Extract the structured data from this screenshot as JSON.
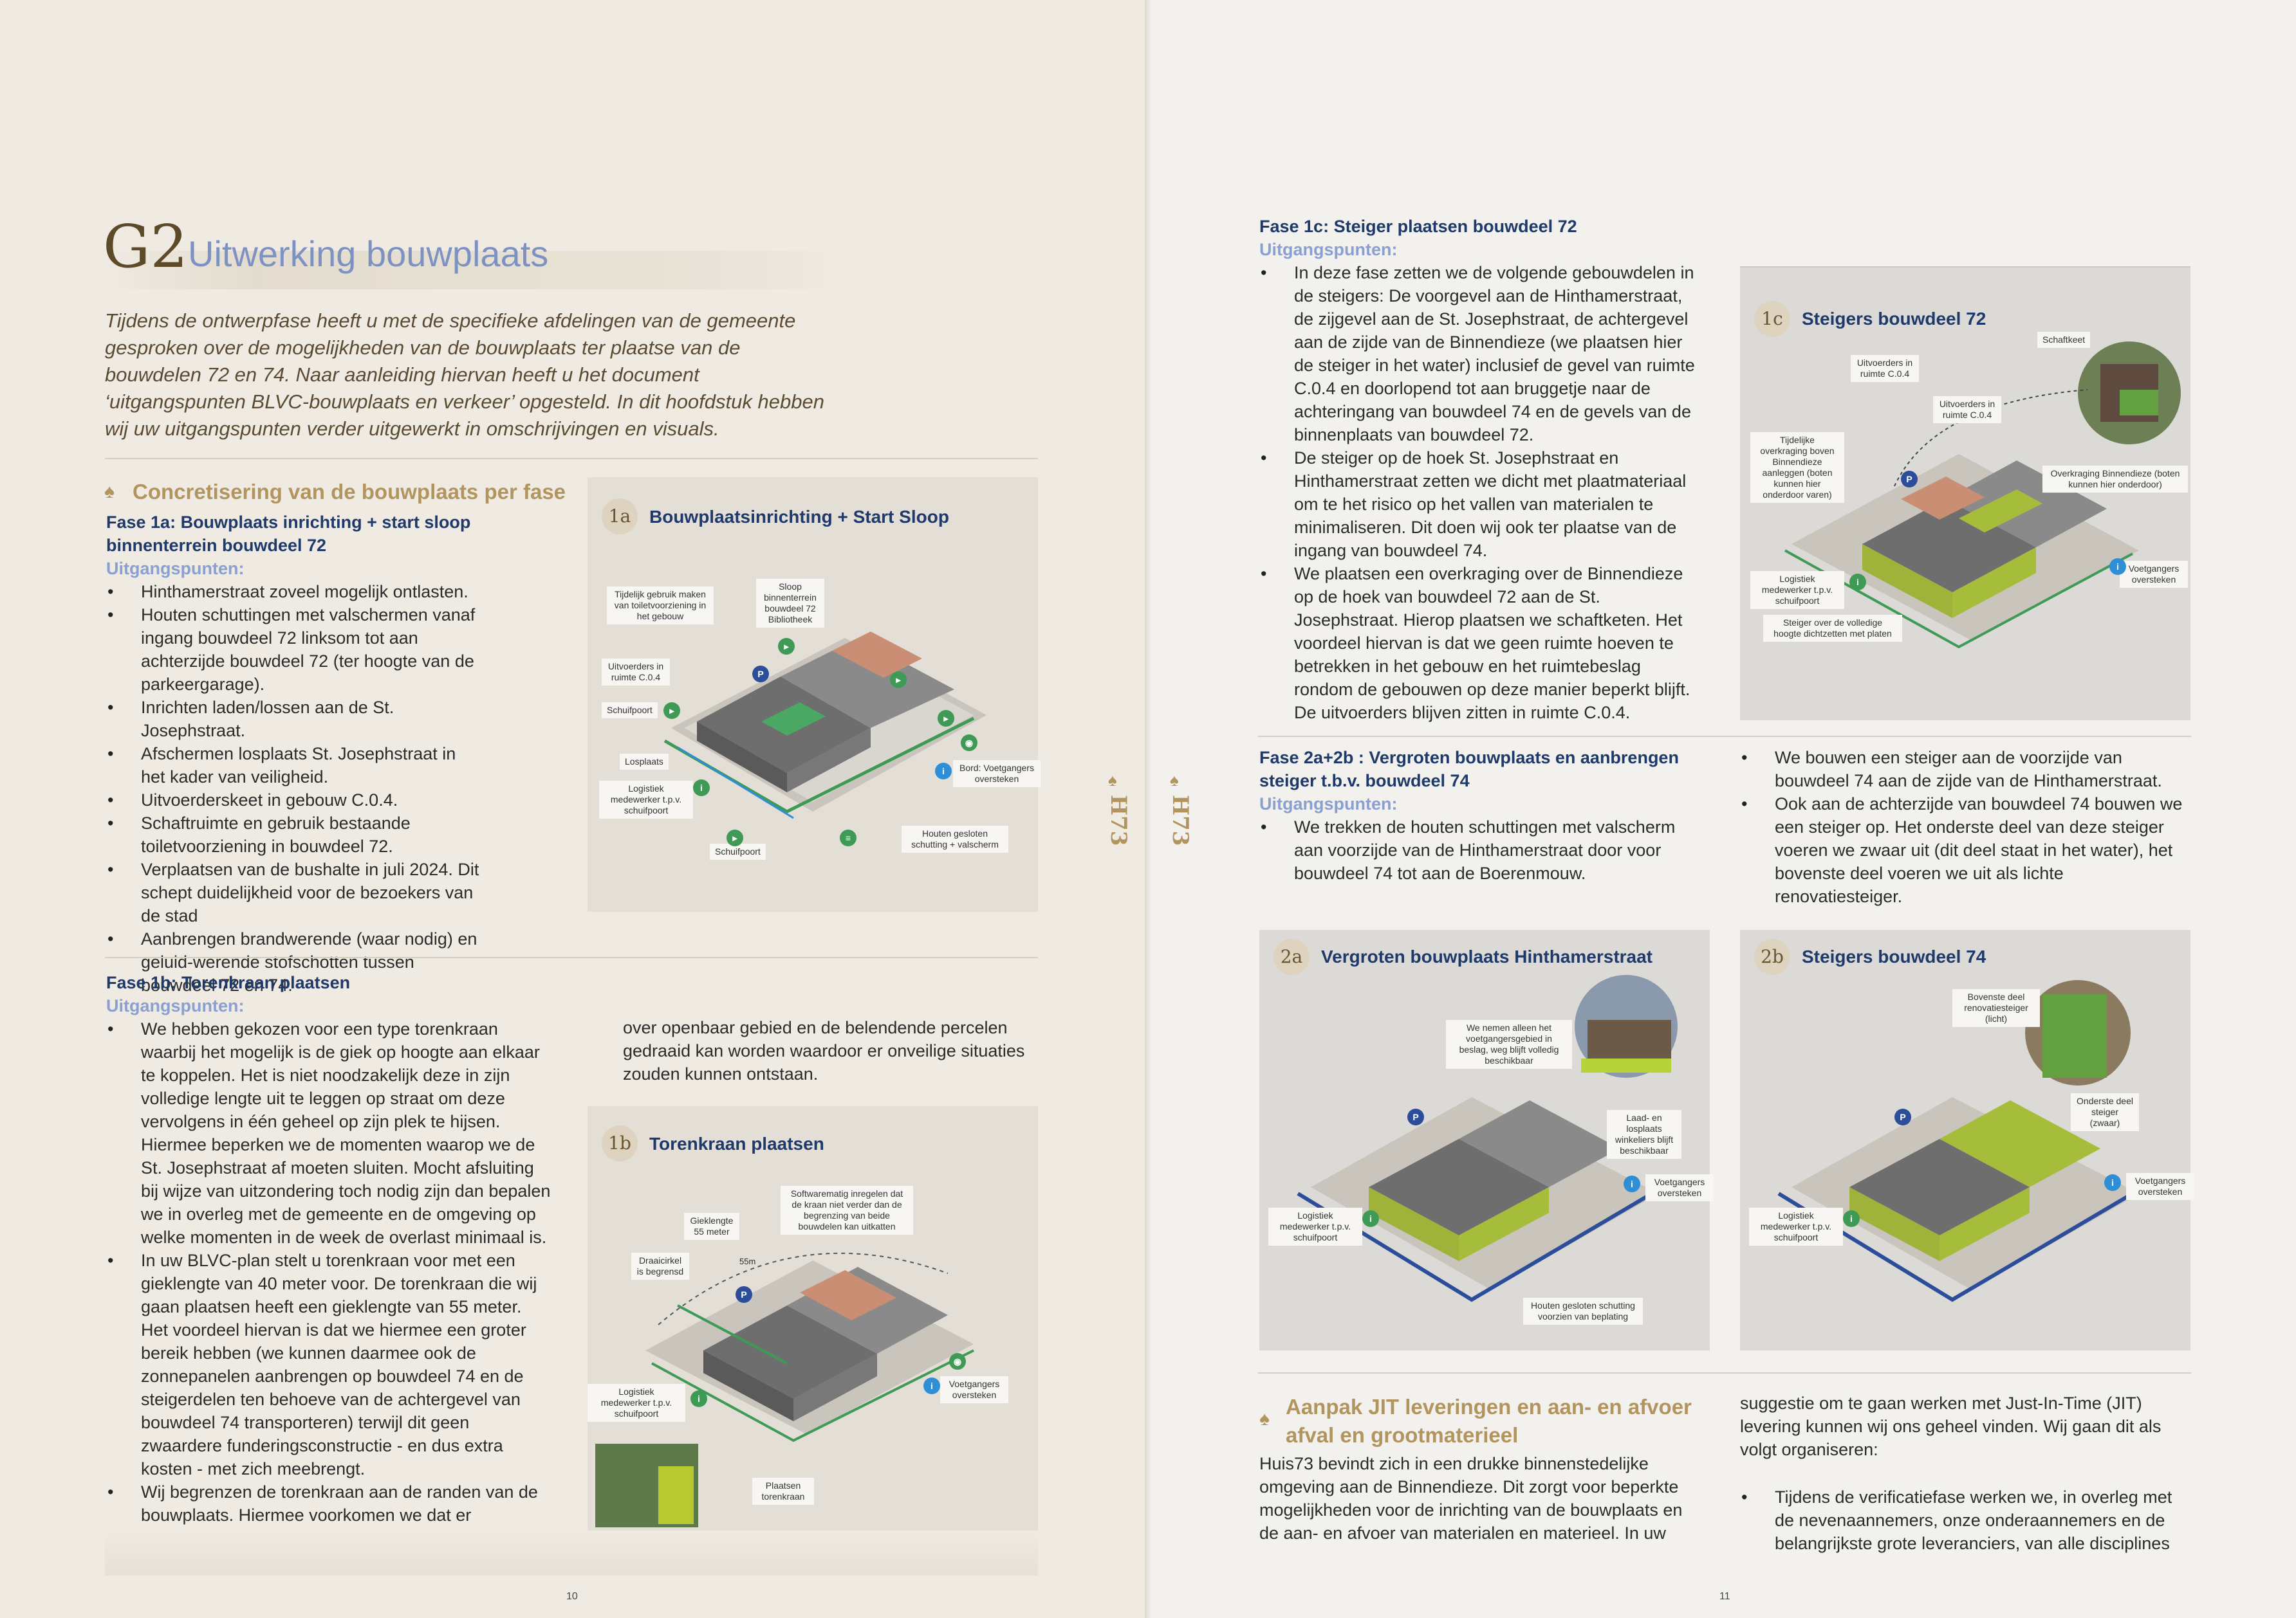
{
  "left": {
    "chapter_code": "G2",
    "chapter_title": "Uitwerking bouwplaats",
    "intro": "Tijdens de ontwerpfase heeft u met de specifieke afdelingen van de gemeente gesproken over de mogelijkheden van de bouwplaats ter plaatse van de bouwdelen 72 en 74. Naar aanleiding hiervan heeft u het document ‘uitgangspunten BLVC-bouwplaats en verkeer’ opgesteld. In dit hoofdstuk hebben wij uw uitgangspunten verder uitgewerkt in omschrijvingen en visuals.",
    "section_title": "Concretisering van de bouwplaats per fase",
    "fase1a": {
      "title": "Fase 1a: Bouwplaats inrichting + start sloop binnenterrein bouwdeel 72",
      "uitgangspunten": "Uitgangspunten:",
      "bullets": [
        "Hinthamerstraat zoveel mogelijk ontlasten.",
        "Houten schuttingen met valschermen vanaf ingang bouwdeel 72 linksom tot aan achterzijde bouwdeel 72 (ter hoogte van de parkeergarage).",
        "Inrichten laden/lossen aan de St. Josephstraat.",
        "Afschermen losplaats St. Josephstraat in het kader van veiligheid.",
        "Uitvoerderskeet in gebouw C.0.4.",
        "Schaftruimte en gebruik bestaande toiletvoorziening in bouwdeel 72.",
        "Verplaatsen van de bushalte in juli 2024. Dit schept duidelijkheid voor de bezoekers van de stad",
        "Aanbrengen brandwerende (waar nodig) en geluid-werende stofschotten tussen bouwdeel 72 en 74."
      ]
    },
    "panel1a": {
      "badge": "1a",
      "title": "Bouwplaatsinrichting + Start Sloop",
      "labels": {
        "toilet": "Tijdelijk gebruik maken van toiletvoorziening in het gebouw",
        "sloop": "Sloop binnenterrein bouwdeel 72 Bibliotheek",
        "uitvoerders": "Uitvoerders in ruimte C.0.4",
        "schuifpoort": "Schuifpoort",
        "losplaats": "Losplaats",
        "logistiek": "Logistiek medewerker t.p.v. schuifpoort",
        "schuifpoort2": "Schuifpoort",
        "bord": "Bord: Voetgangers oversteken",
        "houten": "Houten gesloten schutting + valscherm"
      }
    },
    "fase1b": {
      "title": "Fase 1b: Torenkraan plaatsen",
      "uitgangspunten": "Uitgangspunten:",
      "bullets": [
        "We hebben gekozen voor een type torenkraan waarbij het mogelijk is de giek op hoogte aan elkaar te koppelen. Het is niet noodzakelijk deze in zijn volledige lengte uit te leggen op straat om deze vervolgens in één geheel op zijn plek te hijsen. Hiermee beperken we de momenten waarop we de St. Josephstraat af moeten sluiten. Mocht afsluiting bij wijze van uitzondering toch nodig zijn dan bepalen we in overleg met de gemeente en de omgeving op welke momenten in de week de overlast minimaal is.",
        "In uw BLVC-plan stelt u torenkraan voor met een gieklengte van 40 meter voor. De torenkraan die wij gaan plaatsen heeft een gieklengte van 55 meter. Het voordeel hiervan is dat we hiermee een groter bereik hebben (we kunnen daarmee ook de zonnepanelen aanbrengen op bouwdeel 74 en de steigerdelen ten behoeve van de achtergevel van bouwdeel 74 transporteren) terwijl dit geen zwaardere funderingsconstructie - en dus extra kosten - met zich meebrengt.",
        "Wij begrenzen de torenkraan aan de randen van de bouwplaats. Hiermee voorkomen we dat er"
      ],
      "continuation": "over openbaar gebied en de belendende percelen gedraaid kan worden waardoor er onveilige situaties zouden kunnen ontstaan."
    },
    "panel1b": {
      "badge": "1b",
      "title": "Torenkraan plaatsen",
      "labels": {
        "software": "Softwarematig inregelen dat de kraan niet verder dan de begrenzing van beide bouwdelen kan uitkatten",
        "gieklengte": "Gieklengte 55 meter",
        "draaicirkel": "Draaicirkel is begrensd",
        "maat": "55m",
        "logistiek": "Logistiek medewerker t.p.v. schuifpoort",
        "voetgangers": "Voetgangers oversteken",
        "plaatsen": "Plaatsen torenkraan"
      }
    },
    "page_number": "10",
    "side_tab": "H73"
  },
  "right": {
    "fase1c": {
      "title": "Fase 1c: Steiger plaatsen bouwdeel 72",
      "uitgangspunten": "Uitgangspunten:",
      "bullets": [
        "In deze fase zetten we de volgende gebouwdelen in de steigers: De voorgevel aan de Hinthamerstraat, de zijgevel aan de St. Josephstraat, de achtergevel aan de zijde van de Binnendieze (we plaatsen hier de steiger in het water) inclusief de gevel van ruimte C.0.4 en doorlopend tot aan bruggetje naar de achteringang van bouwdeel 74 en de gevels van de binnenplaats van bouwdeel 72.",
        "De steiger op de hoek St. Josephstraat en Hinthamerstraat zetten we dicht met plaatmateriaal om te het risico op het vallen van materialen te minimaliseren. Dit doen wij ook ter plaatse van de ingang van bouwdeel 74.",
        "We plaatsen een overkraging over de Binnendieze op de hoek van bouwdeel 72 aan de St. Josephstraat. Hierop plaatsen we schaftketen. Het voordeel hiervan is dat we geen ruimte hoeven te betrekken in het gebouw en het ruimtebeslag rondom de gebouwen op deze manier beperkt blijft. De uitvoerders blijven zitten in ruimte C.0.4."
      ]
    },
    "panel1c": {
      "badge": "1c",
      "title": "Steigers bouwdeel 72",
      "labels": {
        "schaftkeet": "Schaftkeet",
        "uitv1": "Uitvoerders in ruimte C.0.4",
        "uitv2": "Uitvoerders in ruimte C.0.4",
        "tijdelijk": "Tijdelijke overkraging boven Binnendieze aanleggen (boten kunnen hier onderdoor varen)",
        "overkraging": "Overkraging Binnendieze (boten kunnen hier onderdoor)",
        "voetgangers": "Voetgangers oversteken",
        "logistiek": "Logistiek medewerker t.p.v. schuifpoort",
        "steiger": "Steiger over de volledige hoogte dichtzetten met platen"
      }
    },
    "fase2": {
      "title": "Fase 2a+2b : Vergroten bouwplaats en aanbrengen steiger t.b.v. bouwdeel 74",
      "uitgangspunten": "Uitgangspunten:",
      "bullets_left": [
        "We trekken de houten schuttingen met valscherm aan voorzijde van de Hinthamerstraat door voor bouwdeel 74 tot aan de Boerenmouw."
      ],
      "bullets_right": [
        "We bouwen een steiger aan de voorzijde van bouwdeel 74 aan de zijde van de Hinthamerstraat.",
        "Ook aan de achterzijde van bouwdeel 74 bouwen we een steiger op. Het onderste deel van deze steiger voeren we zwaar uit (dit deel staat in het water), het bovenste deel voeren we uit als lichte renovatiesteiger."
      ]
    },
    "panel2a": {
      "badge": "2a",
      "title": "Vergroten bouwplaats Hinthamerstraat",
      "labels": {
        "voetpad": "We nemen alleen het voetgangersgebied in beslag, weg blijft volledig beschikbaar",
        "laad": "Laad- en losplaats winkeliers blijft beschikbaar",
        "voetgangers": "Voetgangers oversteken",
        "logistiek": "Logistiek medewerker t.p.v. schuifpoort",
        "houten": "Houten gesloten schutting voorzien van beplating"
      }
    },
    "panel2b": {
      "badge": "2b",
      "title": "Steigers bouwdeel 74",
      "labels": {
        "bovenste": "Bovenste deel renovatiesteiger (licht)",
        "onderste": "Onderste deel steiger (zwaar)",
        "voetgangers": "Voetgangers oversteken",
        "logistiek": "Logistiek medewerker t.p.v. schuifpoort"
      }
    },
    "jit": {
      "title": "Aanpak JIT leveringen en aan- en afvoer afval en grootmaterieel",
      "text": "Huis73 bevindt zich in een drukke binnenstedelijke omgeving aan de Binnendieze. Dit zorgt voor beperkte mogelijkheden voor de inrichting van de bouwplaats en de aan- en afvoer van materialen en materieel. In uw",
      "text2": "suggestie om te gaan werken met Just-In-Time (JIT) levering kunnen wij ons geheel vinden. Wij gaan dit als volgt organiseren:",
      "bullets": [
        "Tijdens de verificatiefase werken we, in overleg met de nevenaannemers, onze onderaannemers en de belangrijkste grote leveranciers, van alle disciplines"
      ]
    },
    "page_number": "11",
    "side_tab": "H73"
  }
}
